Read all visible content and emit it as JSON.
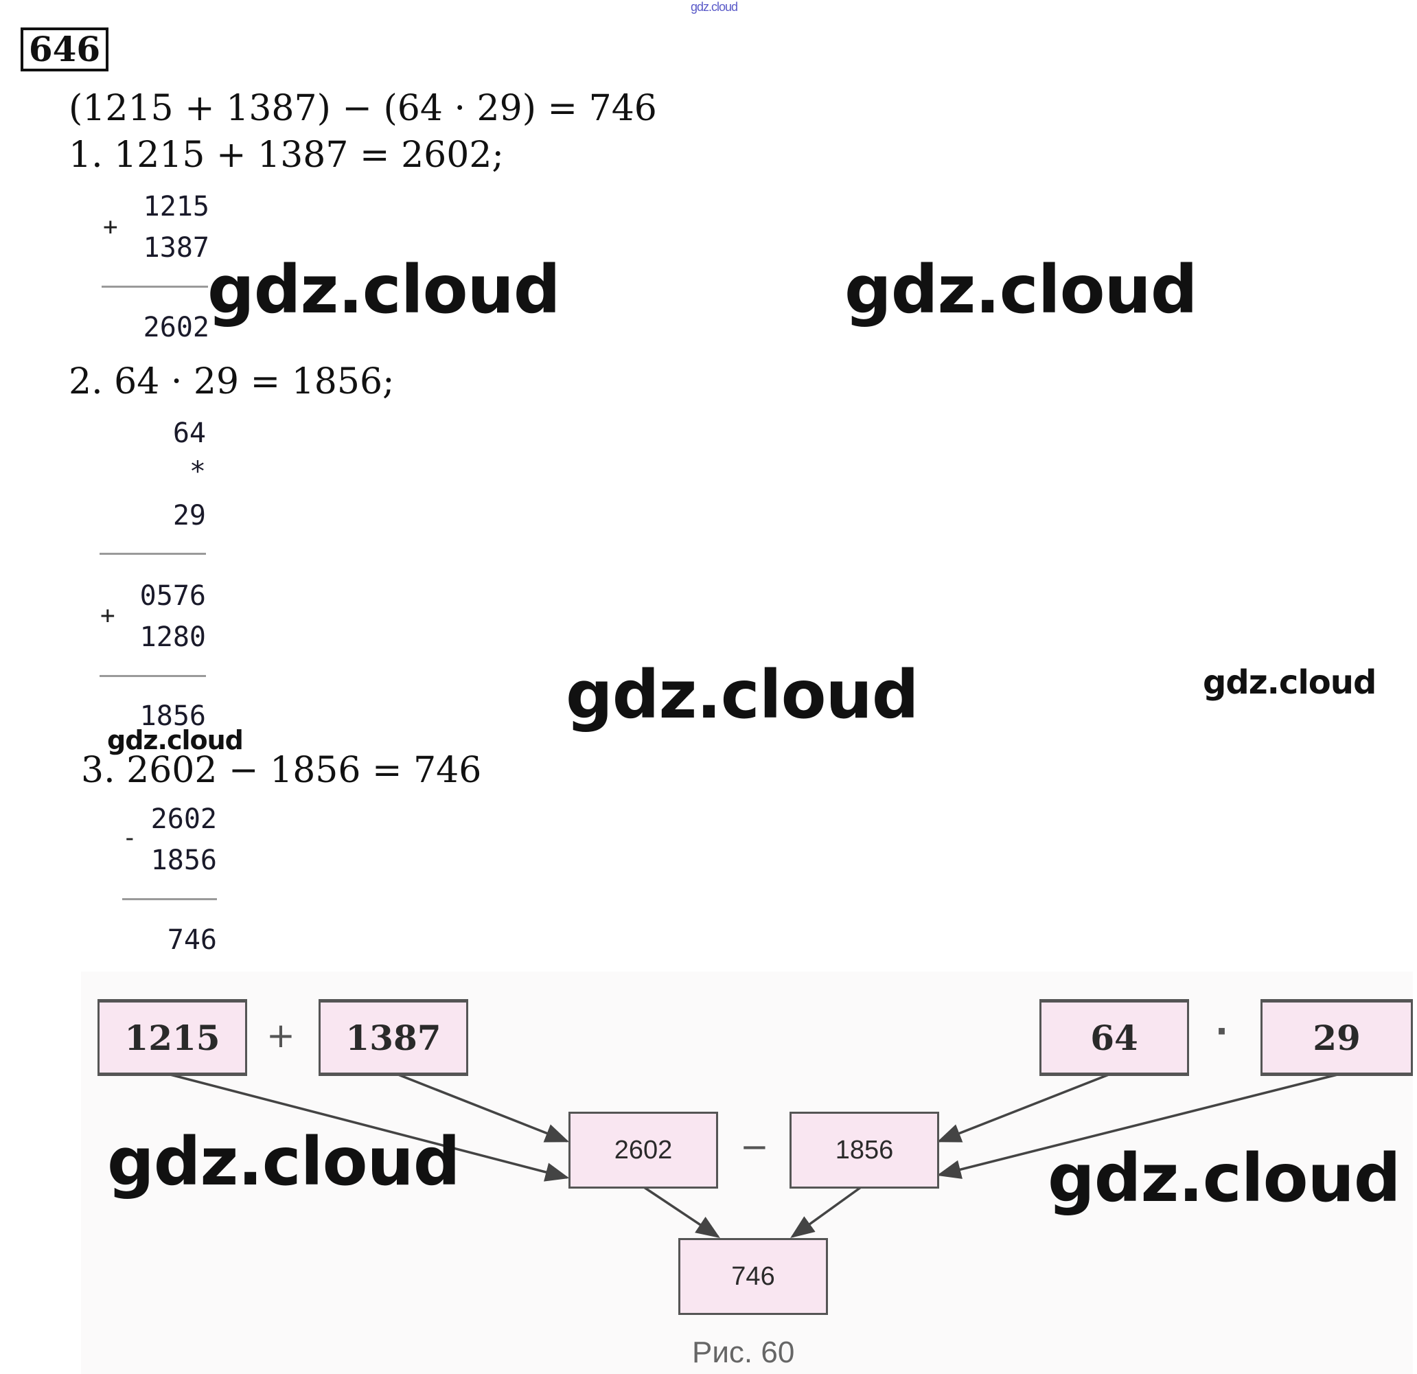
{
  "site_mark": "gdz.cloud",
  "task_number": "646",
  "main_expression": "(1215 + 1387) − (64 · 29) = 746",
  "steps": [
    {
      "label": "1. 1215 + 1387 = 2602;",
      "column": {
        "operator": "+",
        "operands": [
          "1215",
          "1387"
        ],
        "result": "2602"
      }
    },
    {
      "label": "2. 64 · 29 = 1856;",
      "column": {
        "operator": "*",
        "operands": [
          "64",
          "29"
        ],
        "partial_operator": "+",
        "partials": [
          "0576",
          "1280"
        ],
        "result": "1856"
      }
    },
    {
      "label": "3. 2602 − 1856 = 746",
      "column": {
        "operator": "-",
        "operands": [
          "2602",
          "1856"
        ],
        "result": "746"
      }
    }
  ],
  "watermarks": [
    "gdz.cloud",
    "gdz.cloud",
    "gdz.cloud",
    "gdz.cloud",
    "gdz.cloud",
    "gdz.cloud",
    "gdz.cloud"
  ],
  "diagram": {
    "nodes": {
      "a": "1215",
      "b": "1387",
      "c": "64",
      "d": "29",
      "sum": "2602",
      "product": "1856",
      "result": "746"
    },
    "operators": {
      "plus": "+",
      "dot": "·",
      "minus": "−"
    },
    "caption": "Рис. 60",
    "colors": {
      "node_fill": "#f9e6f1",
      "node_border": "#555555",
      "arrow": "#444444"
    }
  }
}
